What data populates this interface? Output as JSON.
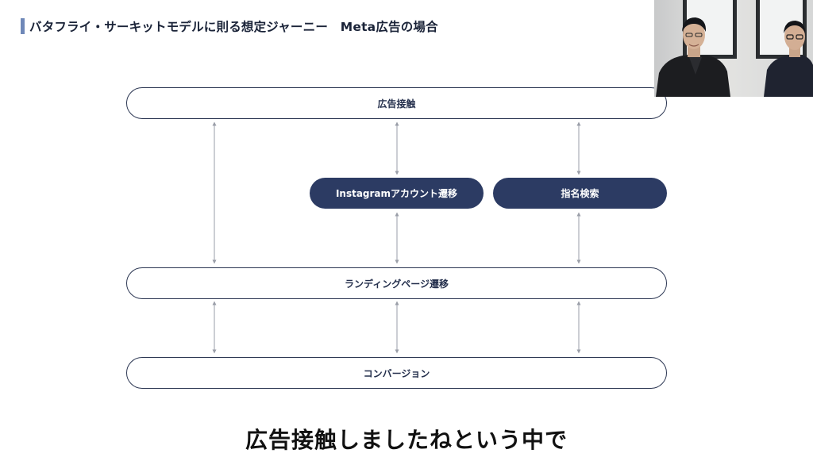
{
  "slide": {
    "title": "バタフライ・サーキットモデルに則る想定ジャーニー　Meta広告の場合",
    "nodes": {
      "ad_contact": "広告接触",
      "instagram_transition": "Instagramアカウント遷移",
      "brand_search": "指名検索",
      "landing_page_transition": "ランディングページ遷移",
      "conversion": "コンバージョン"
    }
  },
  "subtitle": "広告接触しましたねという中で",
  "colors": {
    "accent_bar": "#6f88b8",
    "navy_fill": "#2c3b63",
    "outline": "#2b3652",
    "connector": "#9a9ea8"
  },
  "video": {
    "participants": [
      "person-left",
      "person-right"
    ]
  }
}
